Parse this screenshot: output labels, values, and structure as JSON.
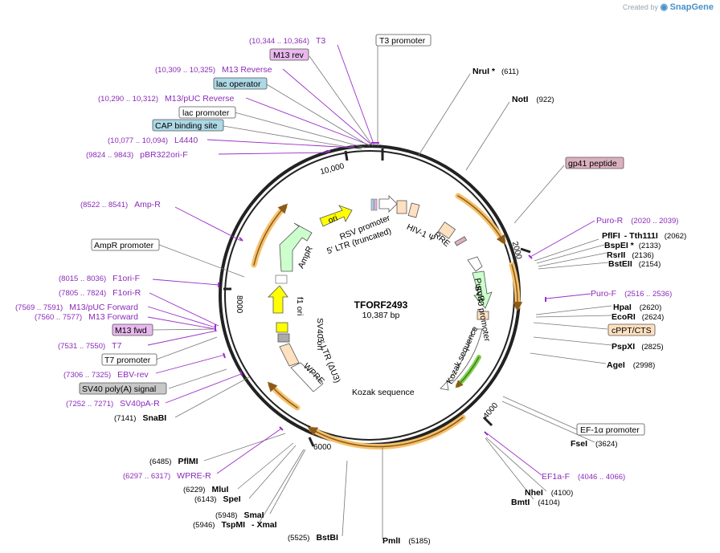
{
  "brand": {
    "prefix": "Created by",
    "name": "SnapGene"
  },
  "plasmid": {
    "name": "TFORF2493",
    "length": "10,387 bp"
  },
  "ticks": [
    "2000",
    "4000",
    "6000",
    "8000",
    "10,000"
  ],
  "sites": [
    {
      "name": "NruI *",
      "pos": "(611)"
    },
    {
      "name": "NotI",
      "pos": "(922)"
    },
    {
      "name": "PflFI",
      "mid": "- Tth111I",
      "pos": "(2062)"
    },
    {
      "name": "BspEI *",
      "pos": "(2133)"
    },
    {
      "name": "RsrII",
      "pos": "(2136)"
    },
    {
      "name": "BstEII",
      "pos": "(2154)"
    },
    {
      "name": "HpaI",
      "pos": "(2620)"
    },
    {
      "name": "EcoRI",
      "pos": "(2624)"
    },
    {
      "name": "PspXI",
      "pos": "(2825)"
    },
    {
      "name": "AgeI",
      "pos": "(2998)"
    },
    {
      "name": "FseI",
      "pos": "(3624)"
    },
    {
      "name": "NheI",
      "pos": "(4100)"
    },
    {
      "name": "BmtI",
      "pos": "(4104)"
    },
    {
      "name": "PmlI",
      "pos": "(5185)"
    },
    {
      "name": "BstBI",
      "pos": "(5525)"
    },
    {
      "name": "SmaI",
      "pos": "(5948)"
    },
    {
      "name": "TspMI",
      "mid": "- XmaI",
      "pos": "(5946)"
    },
    {
      "name": "SpeI",
      "pos": "(6143)"
    },
    {
      "name": "MluI",
      "pos": "(6229)"
    },
    {
      "name": "PflMI",
      "pos": "(6485)"
    },
    {
      "name": "SnaBI",
      "pos": "(7141)"
    }
  ],
  "primers": [
    {
      "name": "T3",
      "pos": "(10,344 .. 10,364)"
    },
    {
      "name": "M13 Reverse",
      "pos": "(10,309 .. 10,325)"
    },
    {
      "name": "M13/pUC Reverse",
      "pos": "(10,290 .. 10,312)"
    },
    {
      "name": "L4440",
      "pos": "(10,077 .. 10,094)"
    },
    {
      "name": "pBR322ori-F",
      "pos": "(9824 .. 9843)"
    },
    {
      "name": "Amp-R",
      "pos": "(8522 .. 8541)"
    },
    {
      "name": "F1ori-F",
      "pos": "(8015 .. 8036)"
    },
    {
      "name": "F1ori-R",
      "pos": "(7805 .. 7824)"
    },
    {
      "name": "M13/pUC Forward",
      "pos": "(7569 .. 7591)"
    },
    {
      "name": "M13 Forward",
      "pos": "(7560 .. 7577)"
    },
    {
      "name": "T7",
      "pos": "(7531 .. 7550)"
    },
    {
      "name": "EBV-rev",
      "pos": "(7306 .. 7325)"
    },
    {
      "name": "SV40pA-R",
      "pos": "(7252 .. 7271)"
    },
    {
      "name": "WPRE-R",
      "pos": "(6297 .. 6317)"
    },
    {
      "name": "EF1a-F",
      "pos": "(4046 .. 4066)"
    },
    {
      "name": "Puro-R",
      "pos": "(2020 .. 2039)"
    },
    {
      "name": "Puro-F",
      "pos": "(2516 .. 2536)"
    }
  ],
  "boxes": {
    "t3_promoter": "T3 promoter",
    "m13_rev": "M13 rev",
    "lac_operator": "lac operator",
    "lac_promoter": "lac promoter",
    "cap_site": "CAP binding site",
    "ampr_promoter": "AmpR promoter",
    "m13_fwd": "M13 fwd",
    "t7_promoter": "T7 promoter",
    "sv40_polya": "SV40 poly(A) signal",
    "gp41": "gp41 peptide",
    "cppt": "cPPT/CTS",
    "ef1a_promoter": "EF-1α promoter"
  },
  "features": {
    "rsv": "RSV promoter",
    "ltr5": "5′ LTR (truncated)",
    "hiv": "HIV-1 Ψ",
    "rre": "RRE",
    "ori": "ori",
    "ampr": "AmpR",
    "f1ori": "f1 ori",
    "sv40ori": "SV40 ori",
    "ltr3": "3′ LTR (ΔU3)",
    "wpre": "WPRE",
    "kozak_bottom": "Kozak sequence",
    "kozak_right": "Kozak sequence",
    "puror": "PuroR",
    "sv40prom": "SV40 promoter"
  },
  "colors": {
    "backbone": "#222222",
    "primer": "#9b30c8",
    "orf_arrow": "#f5c16b",
    "orf_arrow_dark": "#8b5a1a",
    "ori_yellow": "#ffff00",
    "ampr_green": "#ccffcc",
    "puror_green": "#ccffcc",
    "lac_blue": "#add8e6",
    "m13_pink": "#e8b8ee",
    "gp41_pink": "#dcb0c0",
    "cppt_peach": "#ffe0c0",
    "polya_gray": "#c8c8c8"
  }
}
